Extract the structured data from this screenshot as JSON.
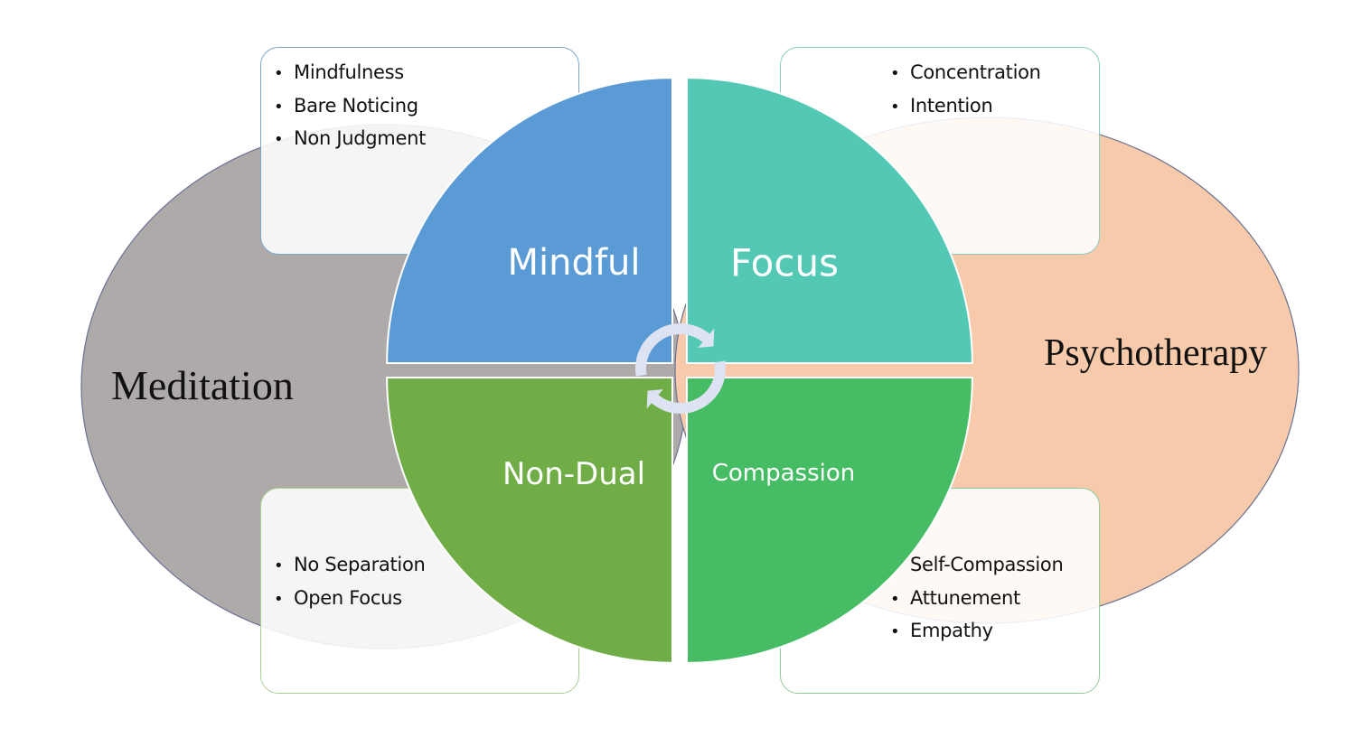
{
  "diagram": {
    "left_domain": {
      "label": "Meditation",
      "color": "#aeaaa9"
    },
    "right_domain": {
      "label": "Psychotherapy",
      "color": "#f7caab"
    },
    "quadrants": [
      {
        "id": "top-left",
        "label": "Mindful",
        "color": "#5b9bd5"
      },
      {
        "id": "top-right",
        "label": "Focus",
        "color": "#52c8b5"
      },
      {
        "id": "bottom-left",
        "label": "Non-Dual",
        "color": "#70ad47"
      },
      {
        "id": "bottom-right",
        "label": "Compassion",
        "color": "#46bc64"
      }
    ],
    "boxes": {
      "top_left": {
        "items": [
          "Mindfulness",
          "Bare Noticing",
          "Non Judgment"
        ],
        "border": "#7fa6c8"
      },
      "top_right": {
        "items": [
          "Concentration",
          "Intention"
        ],
        "border": "#8ccac0"
      },
      "bottom_left": {
        "items": [
          "No Separation",
          "Open Focus"
        ],
        "border": "#a9cf94"
      },
      "bottom_right": {
        "items": [
          "Self-Compassion",
          "Attunement",
          "Empathy"
        ],
        "border": "#8fcc9c"
      }
    },
    "cycle_icon": {
      "name": "cycle-arrows",
      "color": "#dde3f2"
    }
  }
}
